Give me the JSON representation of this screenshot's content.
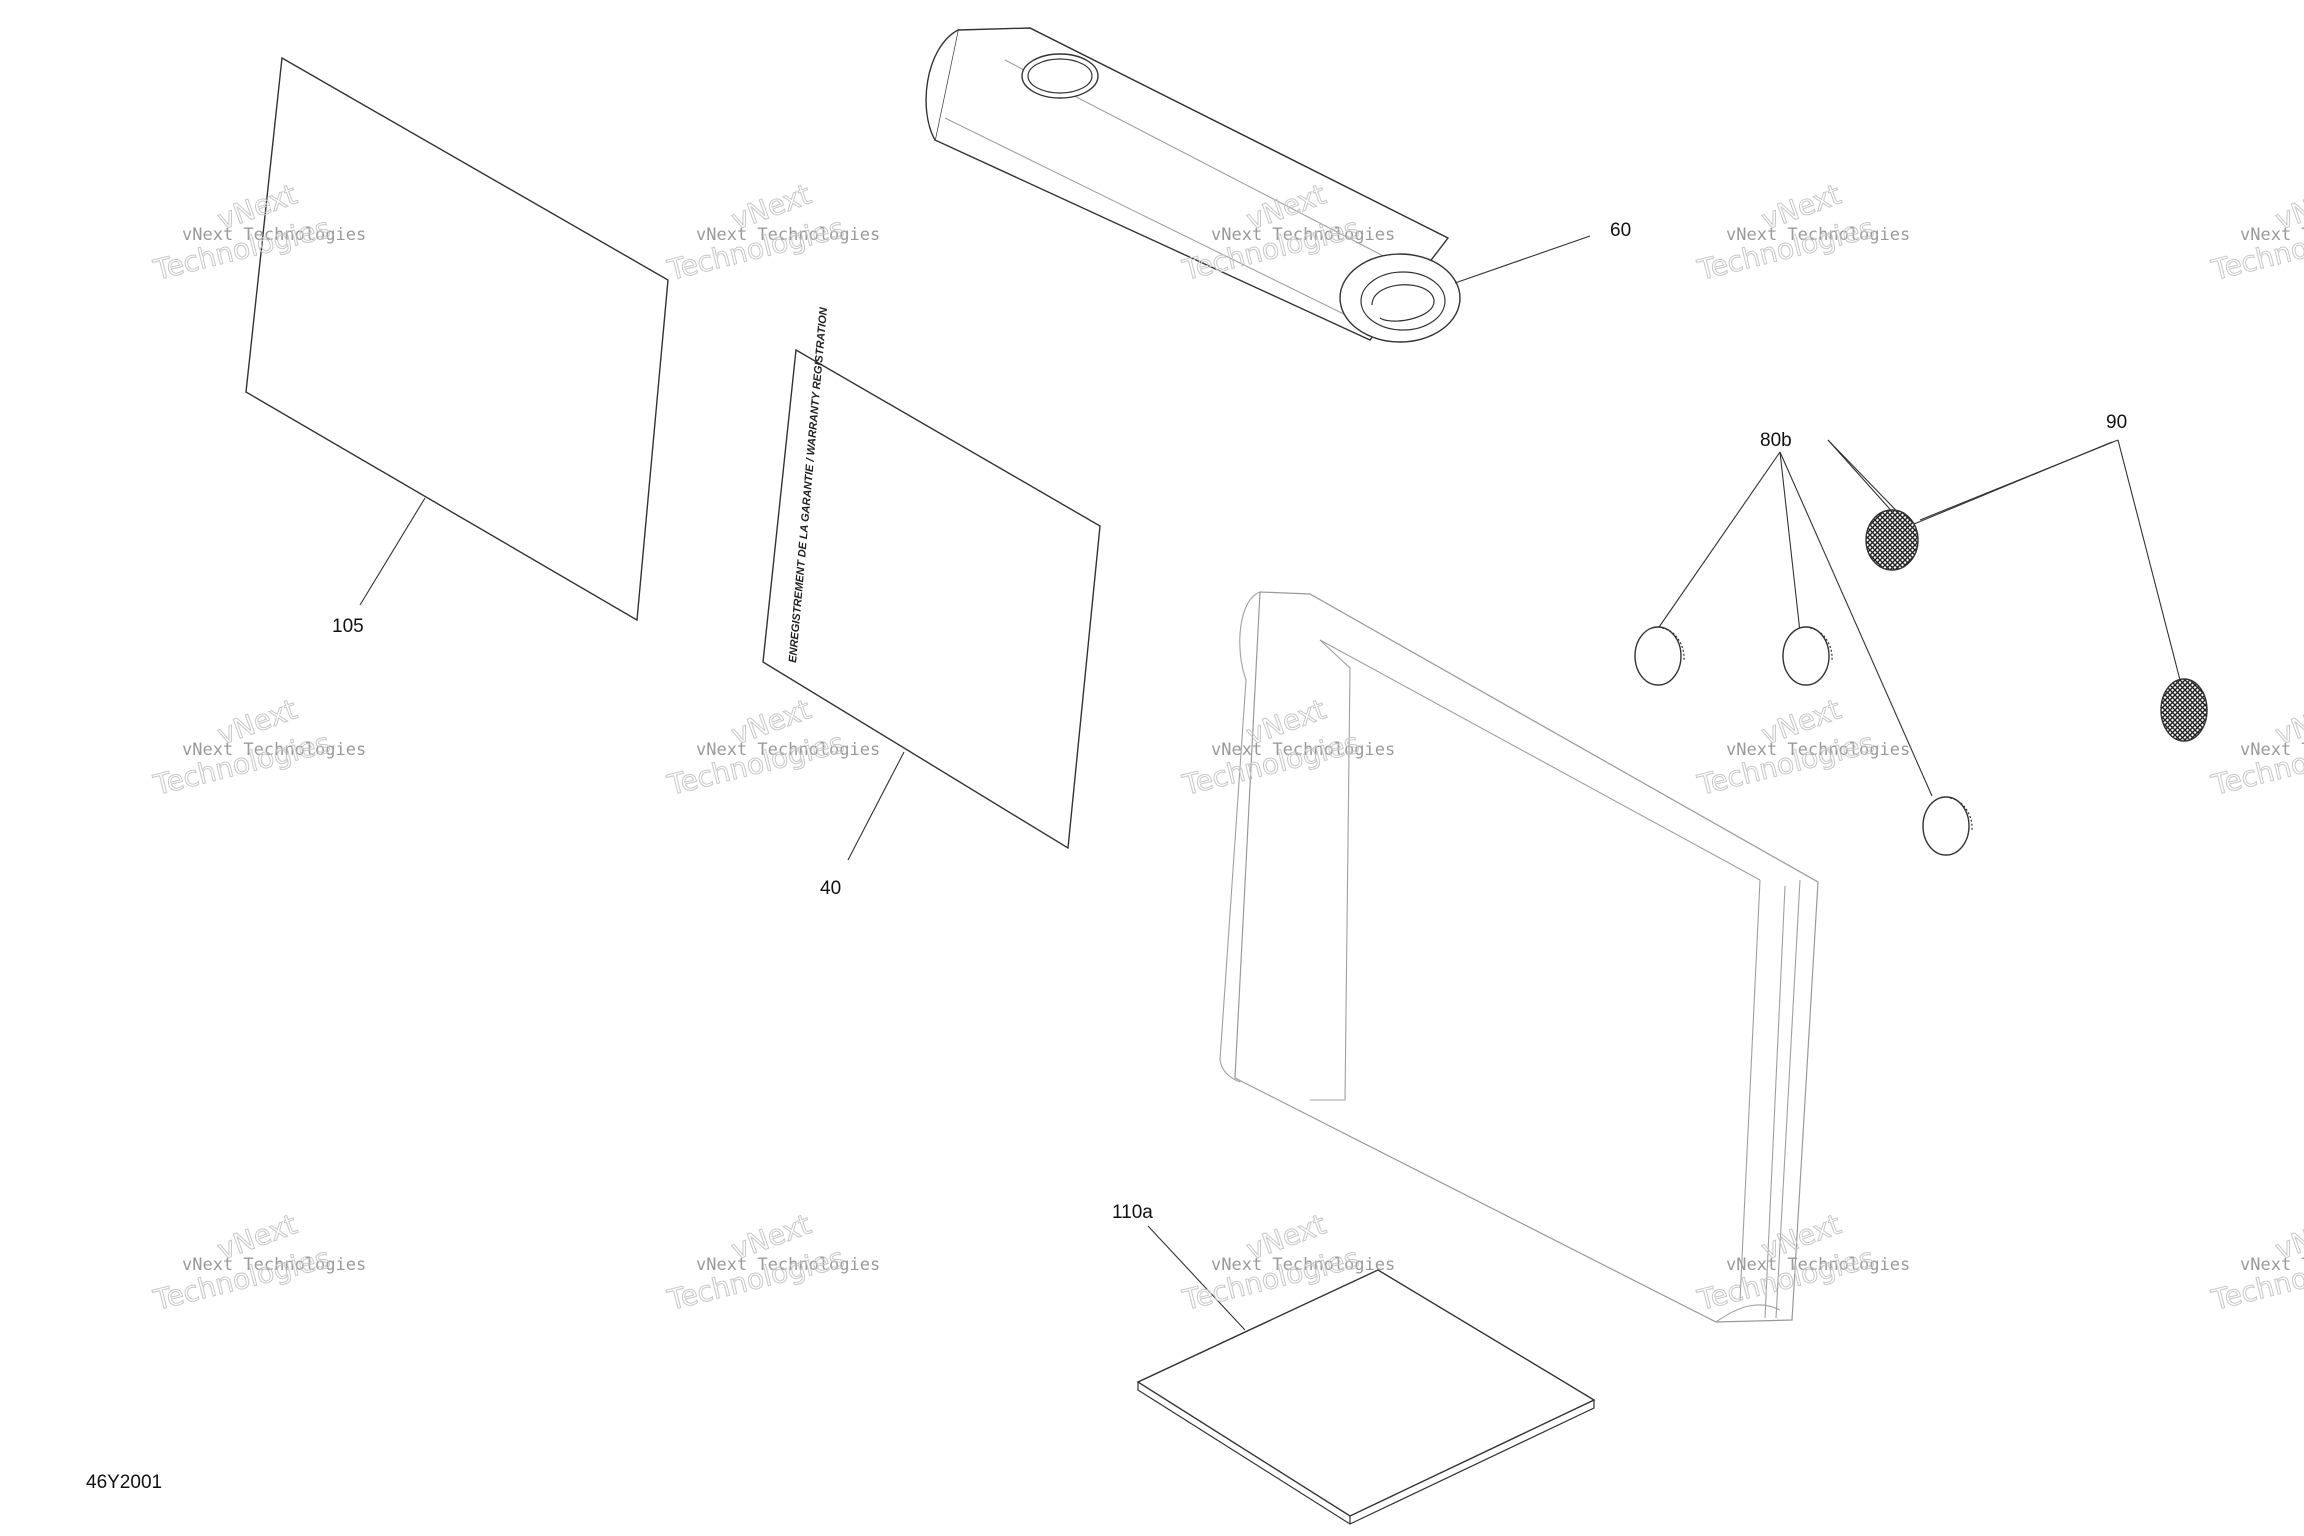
{
  "diagram": {
    "figure_id": "46Y2001",
    "callouts": {
      "c105": "105",
      "c40": "40",
      "c60": "60",
      "c80b": "80b",
      "c90": "90",
      "c110a": "110a"
    },
    "booklet_text": "ENREGISTREMENT DE LA GARANTIE / WARRANTY REGISTRATION",
    "watermark": {
      "line1": "vNext Technologies",
      "line2": "vNext",
      "line3": "Technologies"
    }
  }
}
